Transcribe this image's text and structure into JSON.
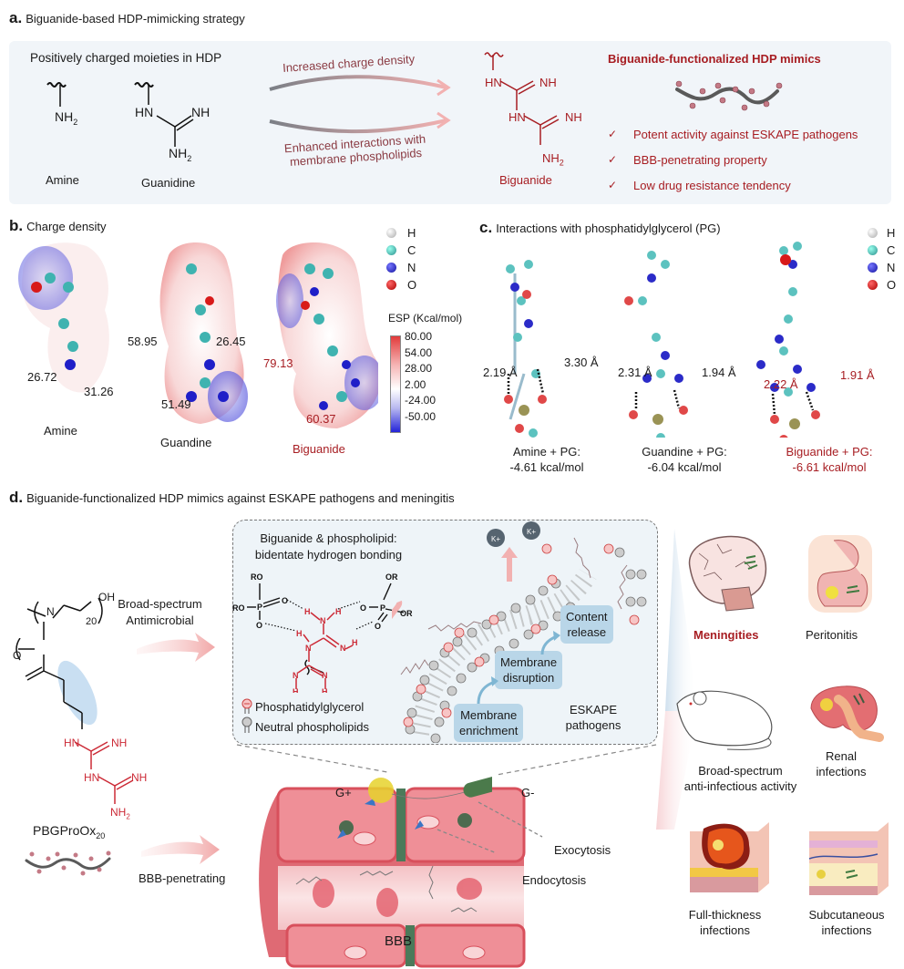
{
  "panel_a": {
    "letter": "a.",
    "title": "Biguanide-based HDP-mimicking strategy",
    "subtitle": "Positively charged moieties in HDP",
    "amine_label": "Amine",
    "guanidine_label": "Guanidine",
    "arrow_top_label": "Increased charge density",
    "arrow_bottom_label_1": "Enhanced interactions with",
    "arrow_bottom_label_2": "membrane phospholipids",
    "biguanide_label": "Biguanide",
    "mimics_title": "Biguanide-functionalized HDP mimics",
    "features": [
      "Potent activity against ESKAPE pathogens",
      "BBB-penetrating property",
      "Low drug resistance tendency"
    ],
    "check_icon": "✓",
    "chem": {
      "nh2": "NH",
      "sub2": "2",
      "hn": "HN",
      "nh": "NH"
    }
  },
  "panel_b": {
    "letter": "b.",
    "title": "Charge density",
    "molecules": [
      {
        "name": "Amine",
        "values": [
          "26.72",
          "31.26"
        ]
      },
      {
        "name": "Guandine",
        "values": [
          "58.95",
          "26.45",
          "51.49"
        ]
      },
      {
        "name": "Biguanide",
        "values": [
          "79.13",
          "60.37"
        ]
      }
    ],
    "atom_legend": [
      {
        "symbol": "H",
        "color": "#d9d9d9"
      },
      {
        "symbol": "C",
        "color": "#3fb3b0"
      },
      {
        "symbol": "N",
        "color": "#1f1fc8"
      },
      {
        "symbol": "O",
        "color": "#d81a1a"
      }
    ],
    "esp_title": "ESP (Kcal/mol)",
    "esp_ticks": [
      "80.00",
      "54.00",
      "28.00",
      "2.00",
      "-24.00",
      "-50.00"
    ]
  },
  "panel_c": {
    "letter": "c.",
    "title": "Interactions with phosphatidylglycerol (PG)",
    "complexes": [
      {
        "distances": [
          "2.19 Å",
          "3.30 Å"
        ],
        "label": "Amine + PG:",
        "energy": "-4.61 kcal/mol"
      },
      {
        "distances": [
          "2.31 Å",
          "1.94 Å"
        ],
        "label": "Guandine + PG:",
        "energy": "-6.04 kcal/mol"
      },
      {
        "distances": [
          "2.22 Å",
          "1.91 Å"
        ],
        "label": "Biguanide + PG:",
        "energy": "-6.61 kcal/mol"
      }
    ],
    "atom_legend": [
      "H",
      "C",
      "N",
      "O"
    ]
  },
  "panel_d": {
    "letter": "d.",
    "title": "Biguanide-functionalized HDP mimics against ESKAPE pathogens and meningitis",
    "polymer_label": "PBGProOx",
    "polymer_sub": "20",
    "polymer_repeat": "20",
    "polymer_oh": "OH",
    "arrow_antimicrobial": [
      "Broad-spectrum",
      "Antimicrobial"
    ],
    "arrow_bbb": "BBB-penetrating",
    "inset_title": [
      "Biguanide & phospholipid:",
      "bidentate hydrogen bonding"
    ],
    "inset_chem": {
      "ro": "RO",
      "or": "OR",
      "p": "P",
      "o": "O",
      "h": "H",
      "n": "N"
    },
    "legend": [
      "Phosphatidylglycerol",
      "Neutral phospholipids"
    ],
    "steps": [
      [
        "Membrane",
        "enrichment"
      ],
      [
        "Membrane",
        "disruption"
      ],
      [
        "Content",
        "release"
      ]
    ],
    "eskape": [
      "ESKAPE",
      "pathogens"
    ],
    "ion": "K+",
    "gplus": "G+",
    "gminus": "G-",
    "exocytosis": "Exocytosis",
    "endocytosis": "Endocytosis",
    "bbb": "BBB",
    "applications": [
      {
        "name": "Meningities",
        "highlight": true
      },
      {
        "name": "Peritonitis",
        "highlight": false
      },
      {
        "name": "Broad-spectrum anti-infectious activity",
        "lines": [
          "Broad-spectrum",
          "anti-infectious activity"
        ],
        "highlight": false
      },
      {
        "name": "Renal infections",
        "lines": [
          "Renal",
          "infections"
        ],
        "highlight": false
      },
      {
        "name": "Full-thickness infections",
        "lines": [
          "Full-thickness",
          "infections"
        ],
        "highlight": false
      },
      {
        "name": "Subcutaneous infections",
        "lines": [
          "Subcutaneous",
          "infections"
        ],
        "highlight": false
      }
    ]
  },
  "colors": {
    "accent_red": "#a71d22",
    "panel_bg": "#f1f5f9",
    "step_bg": "#b9d6e8",
    "vessel": "#e06a73"
  }
}
